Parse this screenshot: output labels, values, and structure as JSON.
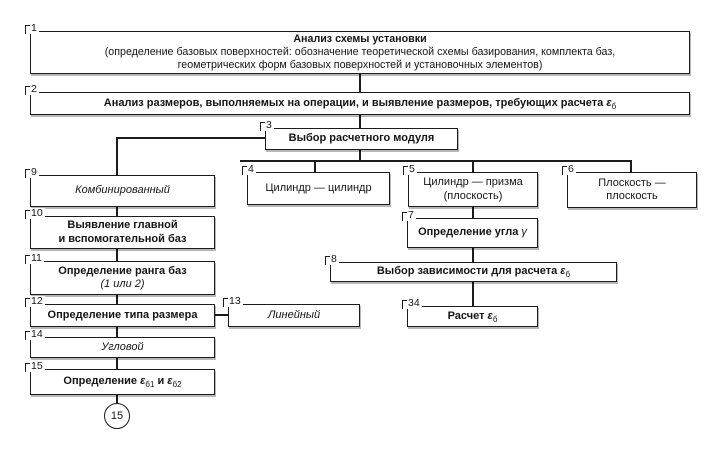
{
  "boxes": {
    "b1": {
      "num": "1",
      "lines": [
        [
          {
            "t": "Анализ схемы установки",
            "b": 1
          }
        ],
        [
          {
            "t": "(определение базовых поверхностей: обозначение теоретической схемы базирования, комплекта баз,"
          }
        ],
        [
          {
            "t": "геометрических форм базовых поверхностей и установочных элементов)"
          }
        ]
      ]
    },
    "b2": {
      "num": "2",
      "lines": [
        [
          {
            "t": "Анализ размеров, выполняемых на операции, и выявление размеров, требующих расчета ",
            "b": 1
          },
          {
            "t": "ε",
            "b": 1,
            "i": 1
          },
          {
            "t": "б",
            "sub": 1
          }
        ]
      ]
    },
    "b3": {
      "num": "3",
      "lines": [
        [
          {
            "t": "Выбор расчетного модуля",
            "b": 1
          }
        ]
      ]
    },
    "b4": {
      "num": "4",
      "lines": [
        [
          {
            "t": "Цилиндр — цилиндр"
          }
        ]
      ]
    },
    "b5": {
      "num": "5",
      "lines": [
        [
          {
            "t": "Цилиндр — призма"
          }
        ],
        [
          {
            "t": "(плоскость)"
          }
        ]
      ]
    },
    "b6": {
      "num": "6",
      "lines": [
        [
          {
            "t": "Плоскость —"
          }
        ],
        [
          {
            "t": "плоскость"
          }
        ]
      ]
    },
    "b7": {
      "num": "7",
      "lines": [
        [
          {
            "t": "Определение угла ",
            "b": 1
          },
          {
            "t": "γ",
            "i": 1
          }
        ]
      ]
    },
    "b8": {
      "num": "8",
      "lines": [
        [
          {
            "t": "Выбор зависимости для расчета ",
            "b": 1
          },
          {
            "t": "ε",
            "b": 1,
            "i": 1
          },
          {
            "t": "б",
            "sub": 1
          }
        ]
      ]
    },
    "b34": {
      "num": "34",
      "lines": [
        [
          {
            "t": "Расчет ",
            "b": 1
          },
          {
            "t": "ε",
            "b": 1,
            "i": 1
          },
          {
            "t": "б",
            "sub": 1
          }
        ]
      ]
    },
    "b9": {
      "num": "9",
      "lines": [
        [
          {
            "t": "Комбинированный",
            "i": 1
          }
        ]
      ]
    },
    "b10": {
      "num": "10",
      "lines": [
        [
          {
            "t": "Выявление главной",
            "b": 1
          }
        ],
        [
          {
            "t": "и вспомогательной баз",
            "b": 1
          }
        ]
      ]
    },
    "b11": {
      "num": "11",
      "lines": [
        [
          {
            "t": "Определение ранга баз",
            "b": 1
          }
        ],
        [
          {
            "t": "(1 или 2)",
            "i": 1
          }
        ]
      ]
    },
    "b12": {
      "num": "12",
      "lines": [
        [
          {
            "t": "Определение типа размера",
            "b": 1
          }
        ]
      ]
    },
    "b13": {
      "num": "13",
      "lines": [
        [
          {
            "t": "Линейный",
            "i": 1
          }
        ]
      ]
    },
    "b14": {
      "num": "14",
      "lines": [
        [
          {
            "t": "Угловой",
            "i": 1
          }
        ]
      ]
    },
    "b15": {
      "num": "15",
      "lines": [
        [
          {
            "t": "Определение ",
            "b": 1
          },
          {
            "t": "ε",
            "b": 1,
            "i": 1
          },
          {
            "t": "б1",
            "sub": 1
          },
          {
            "t": " и ",
            "b": 1
          },
          {
            "t": "ε",
            "b": 1,
            "i": 1
          },
          {
            "t": "б2",
            "sub": 1
          }
        ]
      ]
    }
  },
  "circle": {
    "label": "15"
  },
  "colors": {
    "line": "#1c1c1c",
    "background": "#ffffff"
  }
}
